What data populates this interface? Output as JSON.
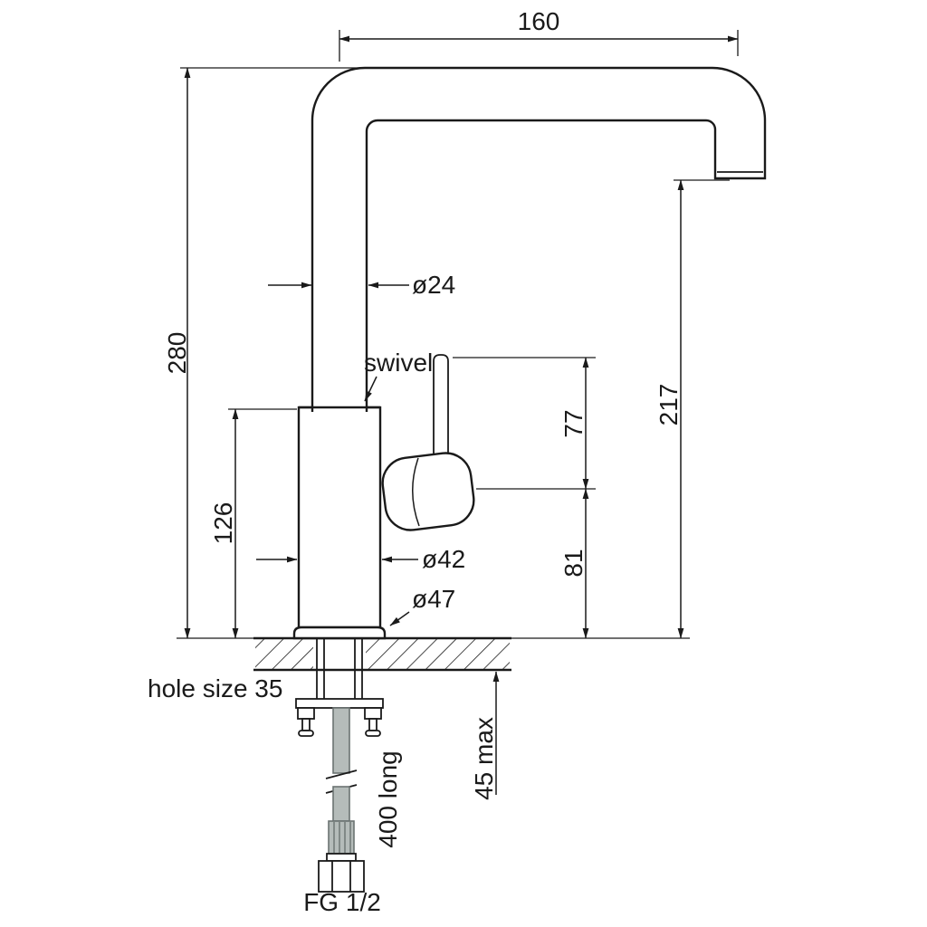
{
  "diagram": {
    "type": "technical-dimension-drawing",
    "subject": "single-lever swivel kitchen mixer tap",
    "dimensions": {
      "spout_reach": "160",
      "overall_height": "280",
      "tube_diameter": "ø24",
      "swivel": "swivel",
      "outlet_height": "217",
      "upper_section": "77",
      "lower_section": "81",
      "body_height": "126",
      "body_diameter": "ø42",
      "base_diameter": "ø47",
      "hole_size": "hole size 35",
      "max_deck": "45 max",
      "hose_length": "400 long",
      "thread": "FG 1/2"
    },
    "colors": {
      "line": "#1a1a1a",
      "hose_fill": "#b5bcba",
      "background": "#ffffff"
    }
  }
}
